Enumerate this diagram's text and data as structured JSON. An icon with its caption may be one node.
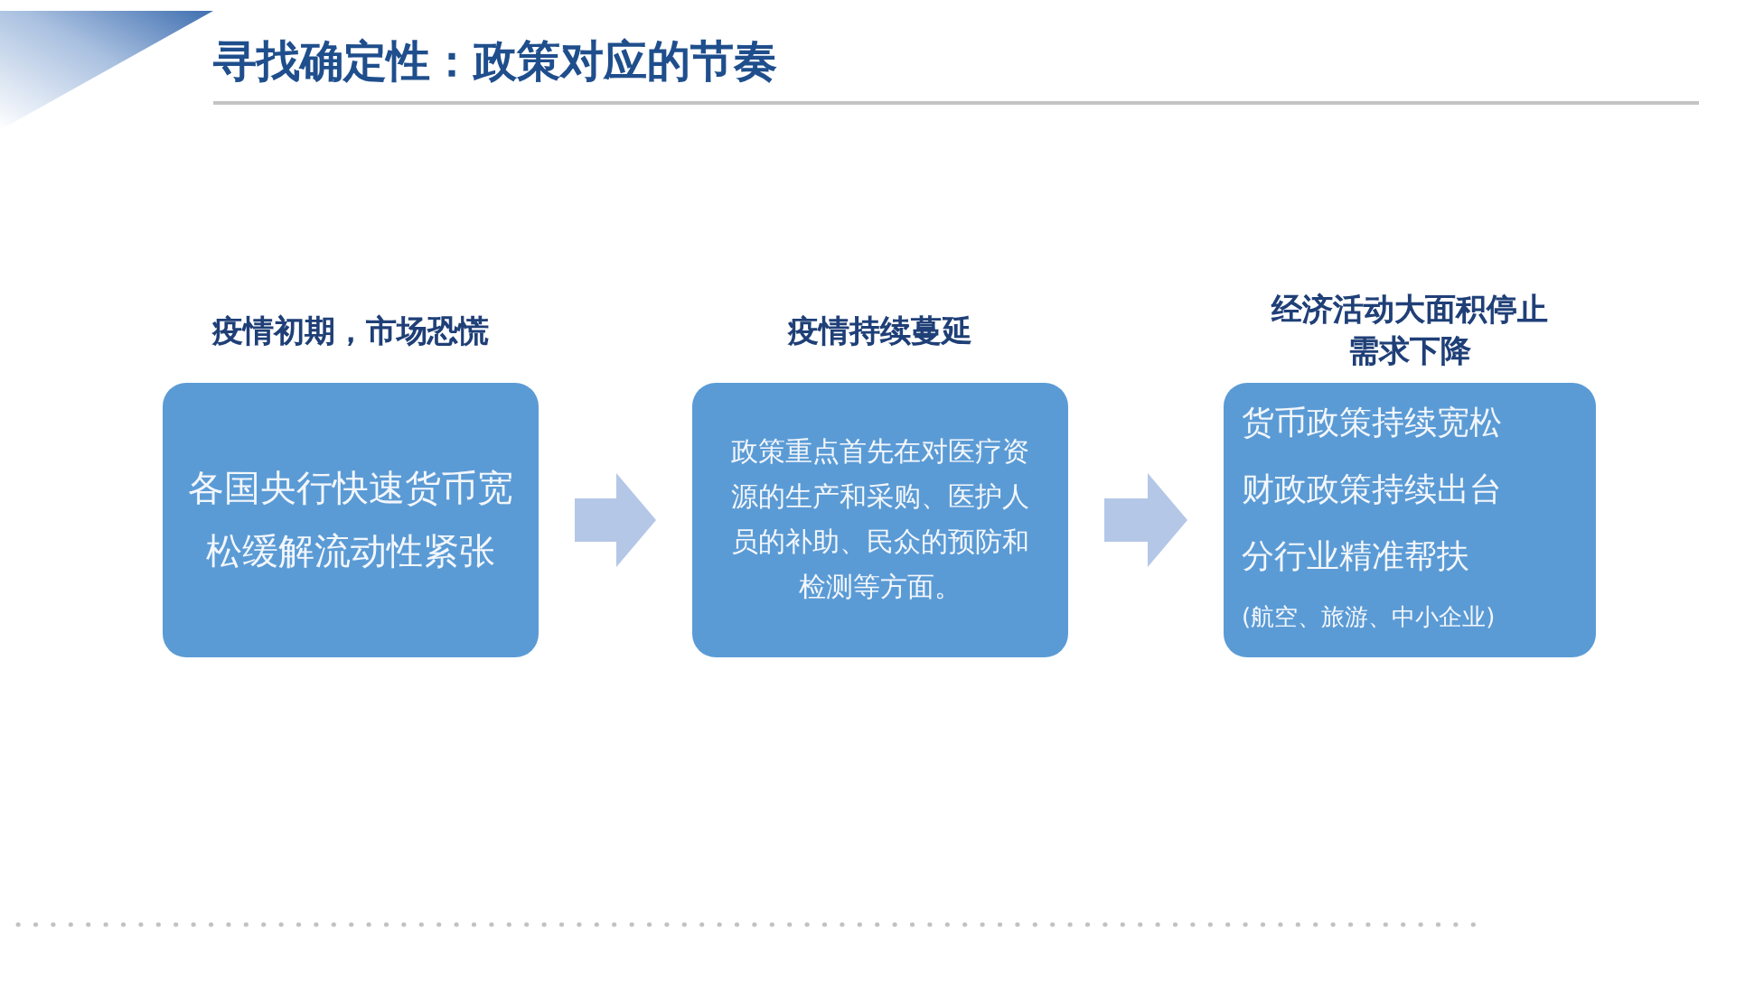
{
  "diagram": {
    "title": "寻找确定性：政策对应的节奏",
    "nodes": [
      {
        "text": [
          "疫情初期，市场恐慌",
          "各国央行快速货币宽松缓解流动性紧张"
        ]
      },
      {
        "text": [
          "疫情持续蔓延",
          "政策重点首先在对医疗资源的生产和采购、医护人员的补助、民众的预防和检测等方面。"
        ]
      },
      {
        "text": [
          "经济活动大面积停止需求下降",
          "货币政策持续宽松",
          "财政政策持续出台",
          "分行业精准帮扶",
          "(航空、旅游、中小企业)"
        ]
      }
    ],
    "edges": [
      {
        "from": 0,
        "to": 1,
        "arrow": "to"
      },
      {
        "from": 1,
        "to": 2,
        "arrow": "to"
      }
    ]
  }
}
